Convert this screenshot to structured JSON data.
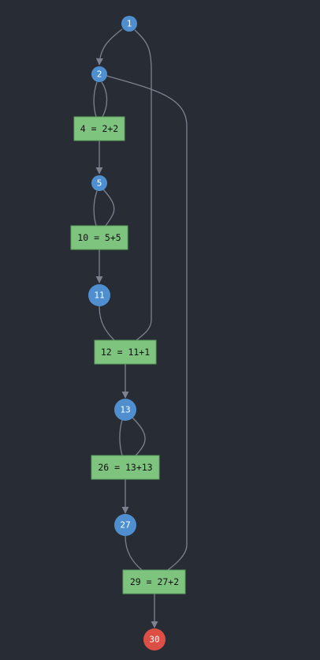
{
  "diagram": {
    "nodes": [
      {
        "id": "n1",
        "label": "1",
        "kind": "value"
      },
      {
        "id": "n2",
        "label": "2",
        "kind": "value"
      },
      {
        "id": "n5",
        "label": "5",
        "kind": "value"
      },
      {
        "id": "n11",
        "label": "11",
        "kind": "value"
      },
      {
        "id": "n13",
        "label": "13",
        "kind": "value"
      },
      {
        "id": "n27",
        "label": "27",
        "kind": "value"
      },
      {
        "id": "n30",
        "label": "30",
        "kind": "result"
      }
    ],
    "operations": [
      {
        "id": "o4",
        "label": "4 = 2+2"
      },
      {
        "id": "o10",
        "label": "10 = 5+5"
      },
      {
        "id": "o12",
        "label": "12 = 11+1"
      },
      {
        "id": "o26",
        "label": "26 = 13+13"
      },
      {
        "id": "o29",
        "label": "29 = 27+2"
      }
    ],
    "edges": [
      {
        "from": "n1",
        "to": "n2"
      },
      {
        "from": "n2",
        "to": "o4"
      },
      {
        "from": "n2",
        "to": "o4"
      },
      {
        "from": "o4",
        "to": "n5"
      },
      {
        "from": "n5",
        "to": "o10"
      },
      {
        "from": "n5",
        "to": "o10"
      },
      {
        "from": "o10",
        "to": "n11"
      },
      {
        "from": "n11",
        "to": "o12"
      },
      {
        "from": "n1",
        "to": "o12"
      },
      {
        "from": "o12",
        "to": "n13"
      },
      {
        "from": "n13",
        "to": "o26"
      },
      {
        "from": "n13",
        "to": "o26"
      },
      {
        "from": "o26",
        "to": "n27"
      },
      {
        "from": "n27",
        "to": "o29"
      },
      {
        "from": "n2",
        "to": "o29"
      },
      {
        "from": "o29",
        "to": "n30"
      }
    ],
    "colors": {
      "background": "#282c34",
      "value_node": "#4f8fcf",
      "result_node": "#dc4f45",
      "operation_box": "#7ec47f",
      "edge": "#7c8290"
    }
  }
}
